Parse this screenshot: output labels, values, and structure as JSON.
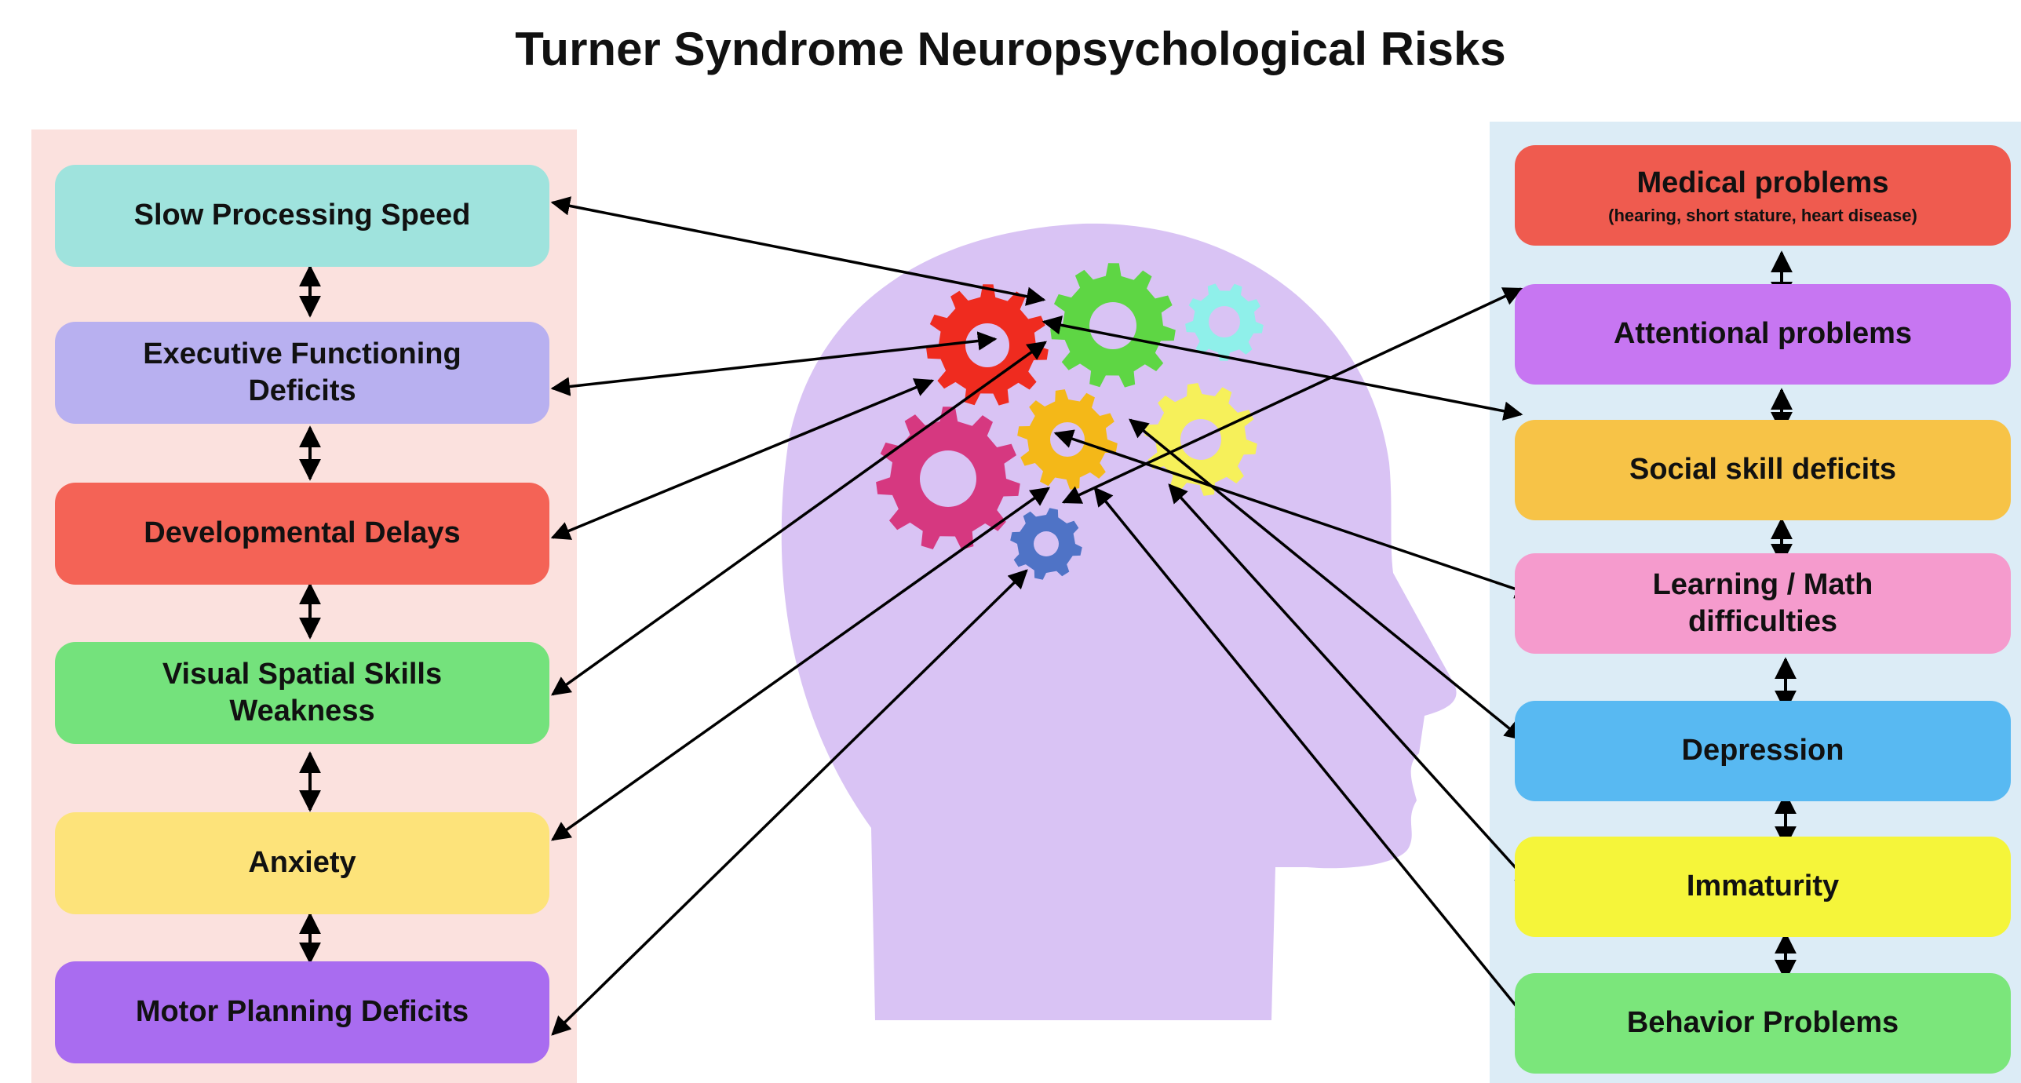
{
  "title": "Turner Syndrome Neuropsychological Risks",
  "left_items": [
    {
      "line1": "Slow Processing Speed",
      "line2": "",
      "color": "#9fe3dd"
    },
    {
      "line1": "Executive Functioning",
      "line2": "Deficits",
      "color": "#b8b0f0"
    },
    {
      "line1": "Developmental Delays",
      "line2": "",
      "color": "#f46356"
    },
    {
      "line1": "Visual Spatial Skills",
      "line2": "Weakness",
      "color": "#74e27c"
    },
    {
      "line1": "Anxiety",
      "line2": "",
      "color": "#fde37a"
    },
    {
      "line1": "Motor Planning Deficits",
      "line2": "",
      "color": "#a96cf0"
    }
  ],
  "right_items": [
    {
      "line1": "Medical problems",
      "line2": "(hearing, short stature, heart disease)",
      "color": "#ef5b4f"
    },
    {
      "line1": "Attentional problems",
      "line2": "",
      "color": "#c776f2"
    },
    {
      "line1": "Social skill deficits",
      "line2": "",
      "color": "#f7c347"
    },
    {
      "line1": "Learning / Math",
      "line2": "difficulties",
      "color": "#f59bcd"
    },
    {
      "line1": "Depression",
      "line2": "",
      "color": "#58b9f2"
    },
    {
      "line1": "Immaturity",
      "line2": "",
      "color": "#f5f53a"
    },
    {
      "line1": "Behavior Problems",
      "line2": "",
      "color": "#7be67b"
    }
  ],
  "illustration": {
    "head_color": "#d9c3f4",
    "gear_colors": [
      "#ef2b1f",
      "#5ed644",
      "#8ff0ea",
      "#d63880",
      "#f4b818",
      "#f6f05a",
      "#4f73c6"
    ]
  }
}
